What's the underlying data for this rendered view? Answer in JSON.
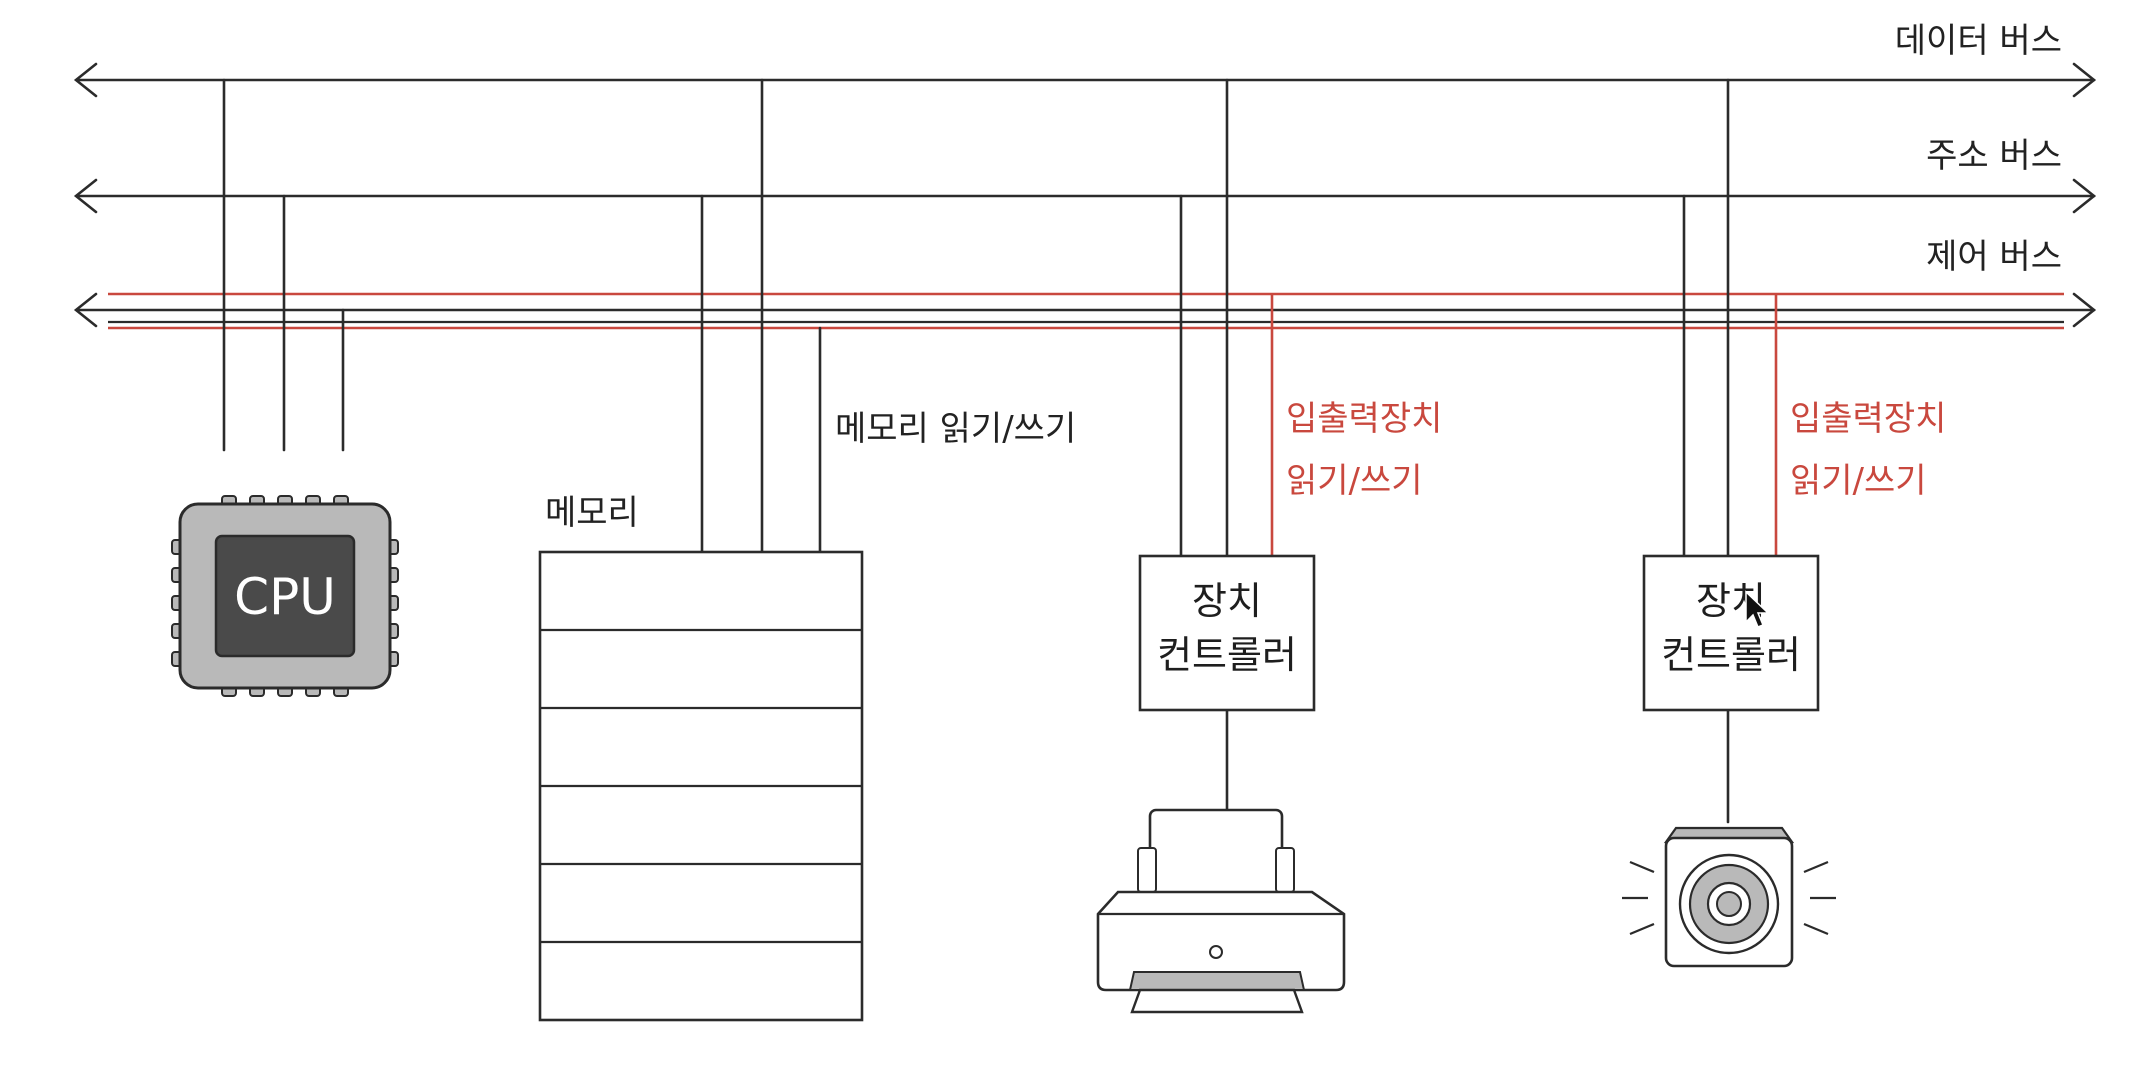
{
  "buses": {
    "data_bus": "데이터 버스",
    "address_bus": "주소 버스",
    "control_bus": "제어 버스"
  },
  "cpu": {
    "label": "CPU"
  },
  "memory": {
    "label": "메모리",
    "rw_label": "메모리 읽기/쓰기"
  },
  "io_devices": [
    {
      "controller_line1": "장치",
      "controller_line2": "컨트롤러",
      "rw_line1": "입출력장치",
      "rw_line2": "읽기/쓰기",
      "device_icon": "printer-icon"
    },
    {
      "controller_line1": "장치",
      "controller_line2": "컨트롤러",
      "rw_line1": "입출력장치",
      "rw_line2": "읽기/쓰기",
      "device_icon": "speaker-icon"
    }
  ],
  "colors": {
    "line": "#2b2b2b",
    "control_signal": "#c9483e",
    "cpu_body": "#b9b9b9",
    "cpu_core": "#4a4a4a"
  }
}
